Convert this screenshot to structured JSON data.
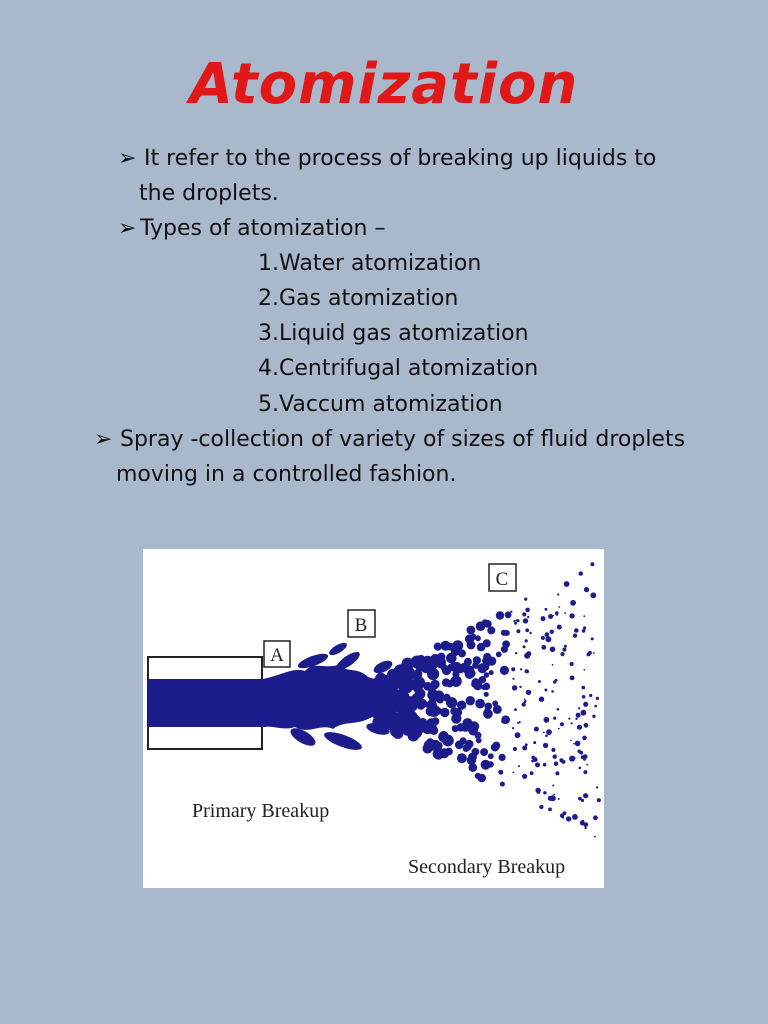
{
  "title": "Atomization",
  "bullet_glyph": "➢",
  "bullets": {
    "b1_line1": "It refer to the process of breaking up liquids to",
    "b1_line2": "the droplets.",
    "b2": "Types of atomization –",
    "b3_line1": "Spray -collection of variety of sizes of fluid droplets",
    "b3_line2": "moving in a controlled fashion."
  },
  "types": [
    {
      "num": "1.",
      "label": "Water atomization"
    },
    {
      "num": "2.",
      "label": "Gas atomization"
    },
    {
      "num": "3.",
      "label": "Liquid gas atomization"
    },
    {
      "num": "4.",
      "label": "Centrifugal atomization"
    },
    {
      "num": "5.",
      "label": "Vaccum atomization"
    }
  ],
  "figure": {
    "marker_a": "A",
    "marker_b": "B",
    "marker_c": "C",
    "primary_label": "Primary Breakup",
    "secondary_label": "Secondary Breakup",
    "liquid_color": "#1c1c8c"
  }
}
